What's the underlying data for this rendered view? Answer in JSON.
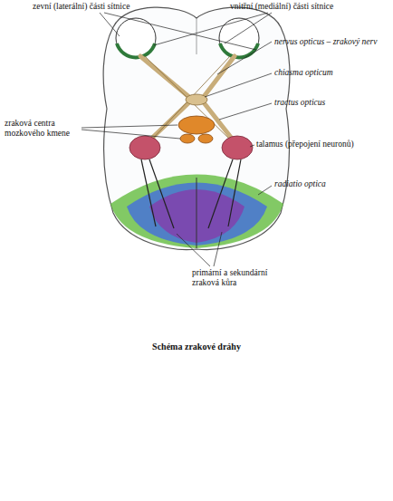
{
  "diagram": {
    "caption": "Schéma zrakové dráhy",
    "labels": [
      "zevní (laterální) části sítnice",
      "vnitřní (mediální) části sítnice",
      "nervus opticus – zrakový nerv",
      "chiasma opticum",
      "tractus opticus",
      "zraková centra mozkového kmene",
      "talamus (přepojení neuronů)",
      "radiatio optica",
      "primární a sekundární zraková kůra"
    ]
  }
}
